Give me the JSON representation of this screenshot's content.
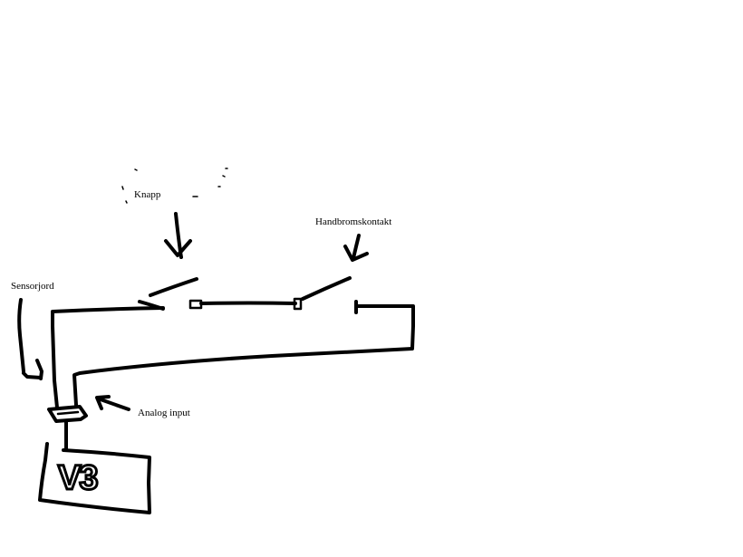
{
  "labels": {
    "button": "Knapp",
    "handbrake_contact": "Handbromskontakt",
    "sensor_ground": "Sensorjord",
    "analog_input": "Analog input",
    "module": "V3"
  }
}
